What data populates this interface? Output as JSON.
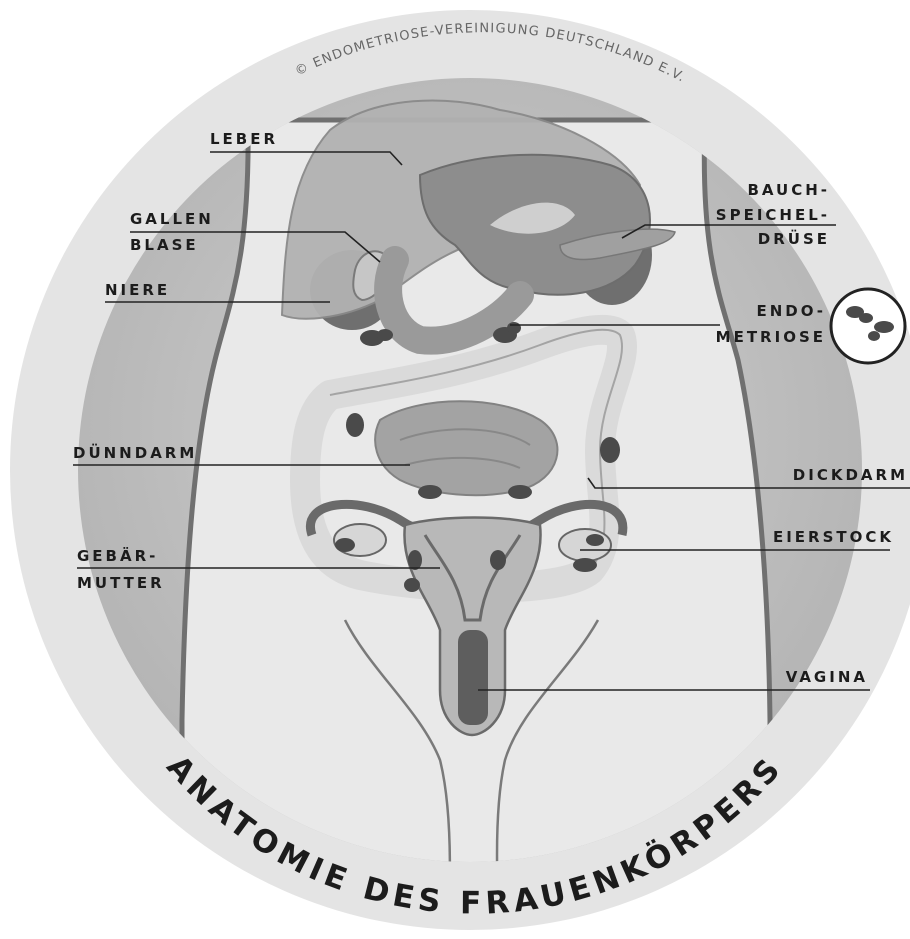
{
  "copyright": "© ENDOMETRIOSE-VEREINIGUNG DEUTSCHLAND E.V.",
  "title": "ANATOMIE DES FRAUENKÖRPERS",
  "labels": {
    "leber": "LEBER",
    "gallenblase_1": "GALLEN",
    "gallenblase_2": "BLASE",
    "niere": "NIERE",
    "duenndarm": "DÜNNDARM",
    "gebaermutter_1": "GEBÄR-",
    "gebaermutter_2": "MUTTER",
    "bauchspeicheldruese_1": "BAUCH-",
    "bauchspeicheldruese_2": "SPEICHEL-",
    "bauchspeicheldruese_3": "DRÜSE",
    "endometriose_1": "ENDO-",
    "endometriose_2": "METRIOSE",
    "dickdarm": "DICKDARM",
    "eierstock": "EIERSTOCK",
    "vagina": "VAGINA"
  },
  "colors": {
    "outer_ring": "#e4e4e4",
    "inner_circle": "#c4c4c4",
    "body": "#e9e9e9",
    "organ_dark": "#8a8a8a",
    "organ_mid": "#a8a8a8",
    "organ_light": "#d2d2d2",
    "lesion": "#4a4a4a",
    "text": "#1c1c1c"
  }
}
